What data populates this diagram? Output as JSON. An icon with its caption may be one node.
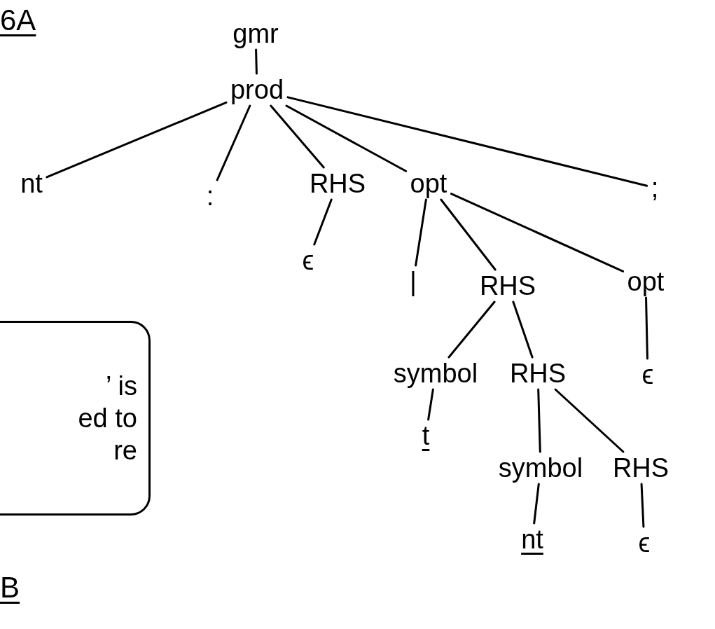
{
  "diagram": {
    "nodes": [
      {
        "text": [
          "gmr"
        ]
      },
      {
        "text": [
          "prod"
        ]
      },
      {
        "text": [
          "nt"
        ]
      },
      {
        "text": [
          ":"
        ]
      },
      {
        "text": [
          "RHS"
        ]
      },
      {
        "text": [
          "opt"
        ]
      },
      {
        "text": [
          ";"
        ]
      },
      {
        "text": [
          "ϵ"
        ]
      },
      {
        "text": [
          "|"
        ]
      },
      {
        "text": [
          "RHS"
        ]
      },
      {
        "text": [
          "opt"
        ]
      },
      {
        "text": [
          "symbol"
        ]
      },
      {
        "text": [
          "RHS"
        ]
      },
      {
        "text": [
          "ϵ"
        ]
      },
      {
        "text": [
          "t"
        ]
      },
      {
        "text": [
          "symbol"
        ]
      },
      {
        "text": [
          "RHS"
        ]
      },
      {
        "text": [
          "nt"
        ]
      },
      {
        "text": [
          "ϵ"
        ]
      },
      {
        "text": [
          "’ is",
          "ed to",
          "re"
        ]
      }
    ],
    "edges": [
      {
        "from": 0,
        "to": 1,
        "arrow": "none"
      },
      {
        "from": 1,
        "to": 2,
        "arrow": "none"
      },
      {
        "from": 1,
        "to": 3,
        "arrow": "none"
      },
      {
        "from": 1,
        "to": 4,
        "arrow": "none"
      },
      {
        "from": 1,
        "to": 5,
        "arrow": "none"
      },
      {
        "from": 1,
        "to": 6,
        "arrow": "none"
      },
      {
        "from": 4,
        "to": 7,
        "arrow": "none"
      },
      {
        "from": 5,
        "to": 8,
        "arrow": "none"
      },
      {
        "from": 5,
        "to": 9,
        "arrow": "none"
      },
      {
        "from": 5,
        "to": 10,
        "arrow": "none"
      },
      {
        "from": 9,
        "to": 11,
        "arrow": "none"
      },
      {
        "from": 9,
        "to": 12,
        "arrow": "none"
      },
      {
        "from": 10,
        "to": 13,
        "arrow": "none"
      },
      {
        "from": 11,
        "to": 14,
        "arrow": "none"
      },
      {
        "from": 12,
        "to": 15,
        "arrow": "none"
      },
      {
        "from": 12,
        "to": 16,
        "arrow": "none"
      },
      {
        "from": 15,
        "to": 17,
        "arrow": "none"
      },
      {
        "from": 16,
        "to": 18,
        "arrow": "none"
      }
    ],
    "labels": [
      "6A",
      "B"
    ]
  }
}
